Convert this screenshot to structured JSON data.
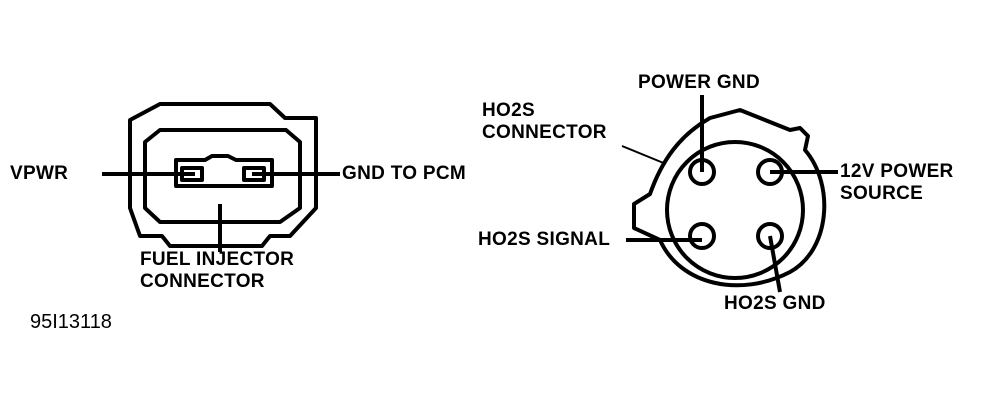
{
  "fuel_injector": {
    "left_label": "VPWR",
    "right_label": "GND TO PCM",
    "caption_line1": "FUEL INJECTOR",
    "caption_line2": "CONNECTOR"
  },
  "ho2s": {
    "connector_line1": "HO2S",
    "connector_line2": "CONNECTOR",
    "power_gnd": "POWER GND",
    "power_source_line1": "12V POWER",
    "power_source_line2": "SOURCE",
    "signal": "HO2S SIGNAL",
    "gnd": "HO2S GND"
  },
  "figure_code": "95I13118"
}
